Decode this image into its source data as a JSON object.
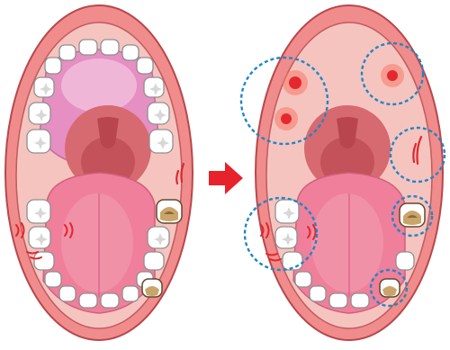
{
  "colors": {
    "background": "#ffffff",
    "lip": "#f08c8c",
    "lip_outline": "#b8474c",
    "cavity": "#f6c4bf",
    "palate": "#e58fc2",
    "palate_inner": "#f0b6d8",
    "throat": "#d66a70",
    "uvula": "#b9464e",
    "tongue": "#ef7f9a",
    "tongue_light": "#f4a3b6",
    "tooth": "#ffffff",
    "tooth_outline": "#8f8f8f",
    "tooth_sparkle": "#d7d7d7",
    "decay": "#8a6a3a",
    "decay_light": "#c9a56a",
    "ulcer_red": "#e5282f",
    "ulcer_glow": "#f57a66",
    "inflammation_mark": "#e1262d",
    "arrow": "#e8222a",
    "highlight_circle": "#1f86c6"
  },
  "scene": {
    "left_mouth": "mouth-before",
    "arrow": "arrow-right",
    "right_mouth": "mouth-after",
    "highlighted_regions": [
      "ulcer-upper-left",
      "ulcer-upper-right",
      "gum-inflammation-right",
      "decayed-molar-right",
      "gum-inflammation-left",
      "decayed-molar-lower-right"
    ]
  }
}
